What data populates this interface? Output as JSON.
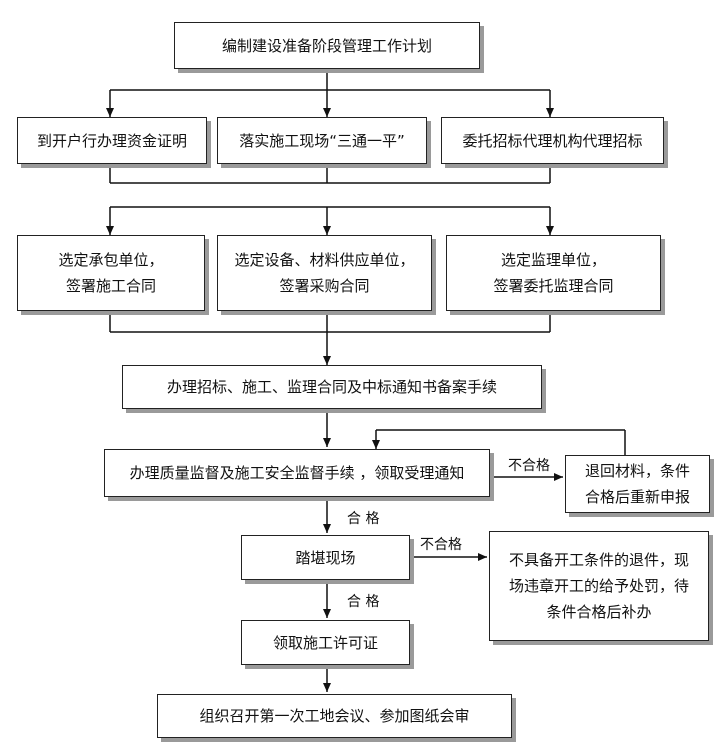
{
  "nodes": {
    "plan": "编制建设准备阶段管理工作计划",
    "funds": "到开户行办理资金证明",
    "site": "落实施工现场“三通一平”",
    "agent": "委托招标代理机构代理招标",
    "contractor": [
      "选定承包单位，",
      "签署施工合同"
    ],
    "supplier": [
      "选定设备、材料供应单位，",
      "签署采购合同"
    ],
    "supervisor": [
      "选定监理单位，",
      "签署委托监理合同"
    ],
    "filing": "办理招标、施工、监理合同及中标通知书备案手续",
    "quality": "办理质量监督及施工安全监督手续 ，领取受理通知",
    "return": [
      "退回材料，条件",
      "合格后重新申报"
    ],
    "survey": "踏堪现场",
    "refuse": [
      "不具备开工条件的退件，现",
      "场违章开工的给予处罚，待",
      "条件合格后补办"
    ],
    "permit": "领取施工许可证",
    "meeting": "组织召开第一次工地会议、参加图纸会审"
  },
  "edge_labels": {
    "fail_1": "不合格",
    "pass_1": "合 格",
    "fail_2": "不合格",
    "pass_2": "合 格"
  }
}
